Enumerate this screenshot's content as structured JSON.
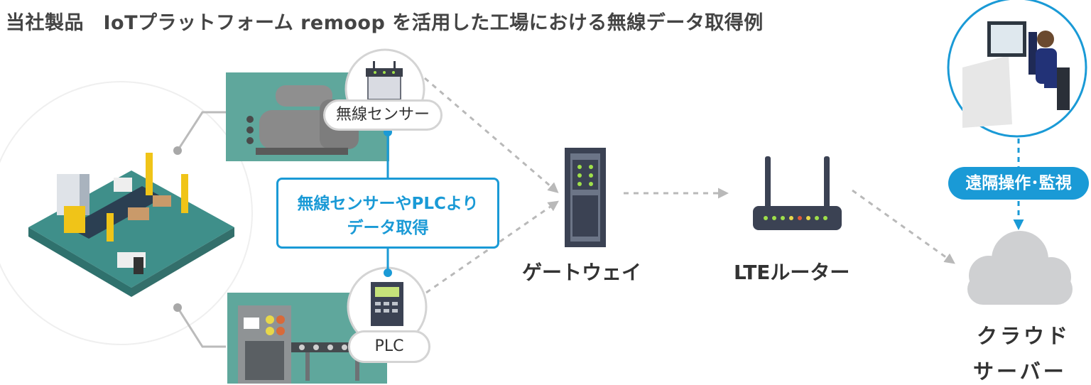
{
  "title": "当社製品　IoTプラットフォーム remoop を活用した工場における無線データ取得例",
  "nodes": {
    "wireless_sensor": "無線センサー",
    "plc": "PLC",
    "gateway": "ゲートウェイ",
    "lte_router": "LTEルーター",
    "cloud_server_line1": "クラウド",
    "cloud_server_line2": "サーバー"
  },
  "acquire_box": {
    "line1": "無線センサーやPLCより",
    "line2": "データ取得"
  },
  "remote_badge": "遠隔操作･監視",
  "colors": {
    "accent_blue": "#1a9ad6",
    "floor_teal": "#3f8f8a",
    "panel_teal": "#5fa79c",
    "arrow_gray": "#b9b9b9",
    "cloud_gray": "#cfd0d2"
  }
}
